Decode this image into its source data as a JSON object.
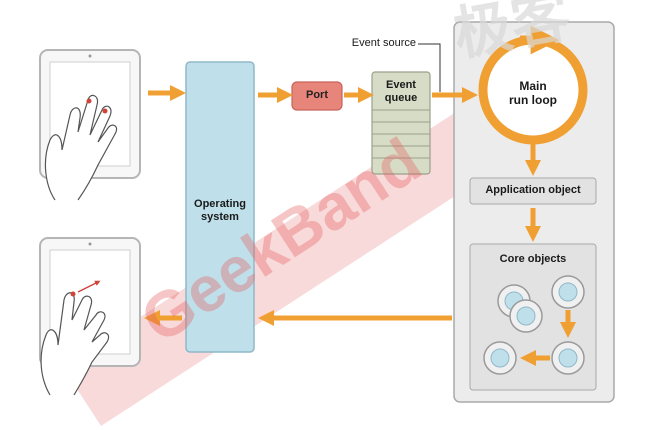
{
  "labels": {
    "operating_system": "Operating\nsystem",
    "port": "Port",
    "event_queue": "Event\nqueue",
    "event_source": "Event source",
    "main_run_loop": "Main\nrun loop",
    "application_object": "Application object",
    "core_objects": "Core objects"
  },
  "watermark": "GeekBand",
  "logo_text": "极客",
  "colors": {
    "arrow": "#f0a033",
    "os_fill": "#bfe0ea",
    "os_stroke": "#8fb8c8",
    "port_fill": "#e8857a",
    "port_stroke": "#c8645a",
    "queue_fill": "#d6dcc6",
    "queue_stroke": "#9aa08a",
    "app_panel_fill": "#ececec",
    "app_panel_stroke": "#a9a9a9",
    "inner_box_fill": "#e2e2e2",
    "object_fill": "#bfe0ea",
    "watermark": "#e55c5c"
  },
  "icons": [
    "tablet-touch-icon",
    "tablet-swipe-icon",
    "core-object-icon"
  ]
}
